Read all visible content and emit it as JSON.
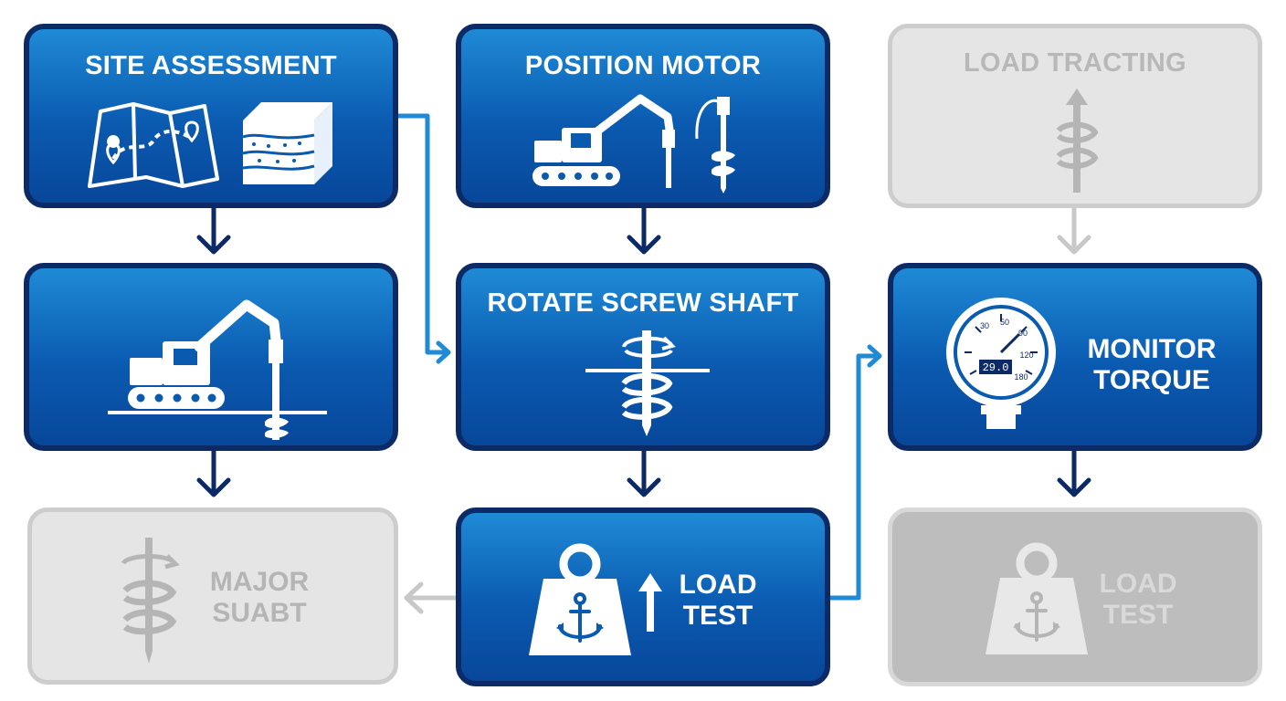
{
  "steps": {
    "site_assessment": {
      "title": "SITE ASSESSMENT",
      "state": "active"
    },
    "position_motor": {
      "title": "POSITION MOTOR",
      "state": "active"
    },
    "load_tracting": {
      "title": "LOAD TRACTING",
      "state": "inactive"
    },
    "excavator_install": {
      "title": "",
      "state": "active"
    },
    "rotate_screw_shaft": {
      "title": "ROTATE SCREW SHAFT",
      "state": "active"
    },
    "monitor_torque": {
      "line1": "MONITOR",
      "line2": "TORQUE",
      "state": "active"
    },
    "major_suabt": {
      "line1": "MAJOR",
      "line2": "SUABT",
      "state": "inactive"
    },
    "load_test": {
      "line1": "LOAD",
      "line2": "TEST",
      "state": "active"
    },
    "load_test_faded": {
      "line1": "LOAD",
      "line2": "TEST",
      "state": "inactive"
    }
  },
  "gauge": {
    "readout": "29.0",
    "ticks": [
      "30",
      "50",
      "90",
      "120",
      "180"
    ]
  },
  "colors": {
    "active_fill": "#0a5ab0",
    "active_border": "#0c2a66",
    "connector_dark": "#0c2a66",
    "connector_light": "#1f8ad6",
    "inactive_fill": "#e5e5e5",
    "inactive_text": "#b8b8b8"
  },
  "icons": [
    "map-icon",
    "soil-layers-icon",
    "excavator-icon",
    "screw-pile-icon",
    "rotation-icon",
    "gauge-icon",
    "weight-anchor-icon",
    "up-arrow-icon"
  ]
}
